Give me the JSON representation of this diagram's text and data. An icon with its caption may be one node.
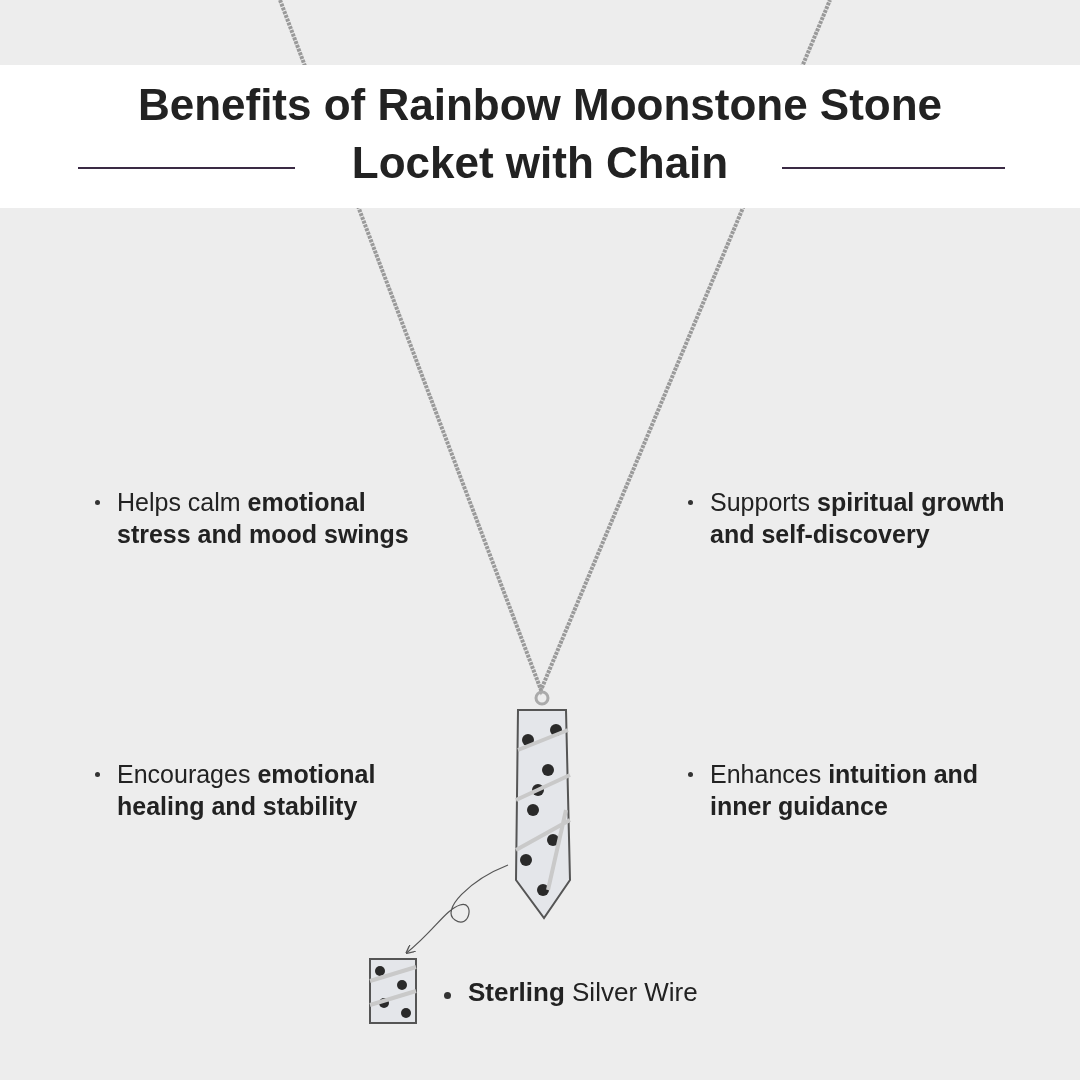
{
  "diagram": {
    "title": "Benefits of Rainbow Moonstone Stone Locket with Chain",
    "nodes": [
      {
        "text": [],
        "shape": "picture"
      },
      {
        "text": [],
        "shape": "picture"
      }
    ],
    "edges": [
      {
        "from": 0,
        "to": 1,
        "arrow": "to"
      }
    ],
    "labels": [
      "Helps calm **emotional stress and mood swings**",
      "Supports **spiritual growth and self-discovery**",
      "Encourages **emotional healing and stability**",
      "Enhances **intuition and inner guidance**",
      "**Sterling** Silver Wire"
    ]
  }
}
